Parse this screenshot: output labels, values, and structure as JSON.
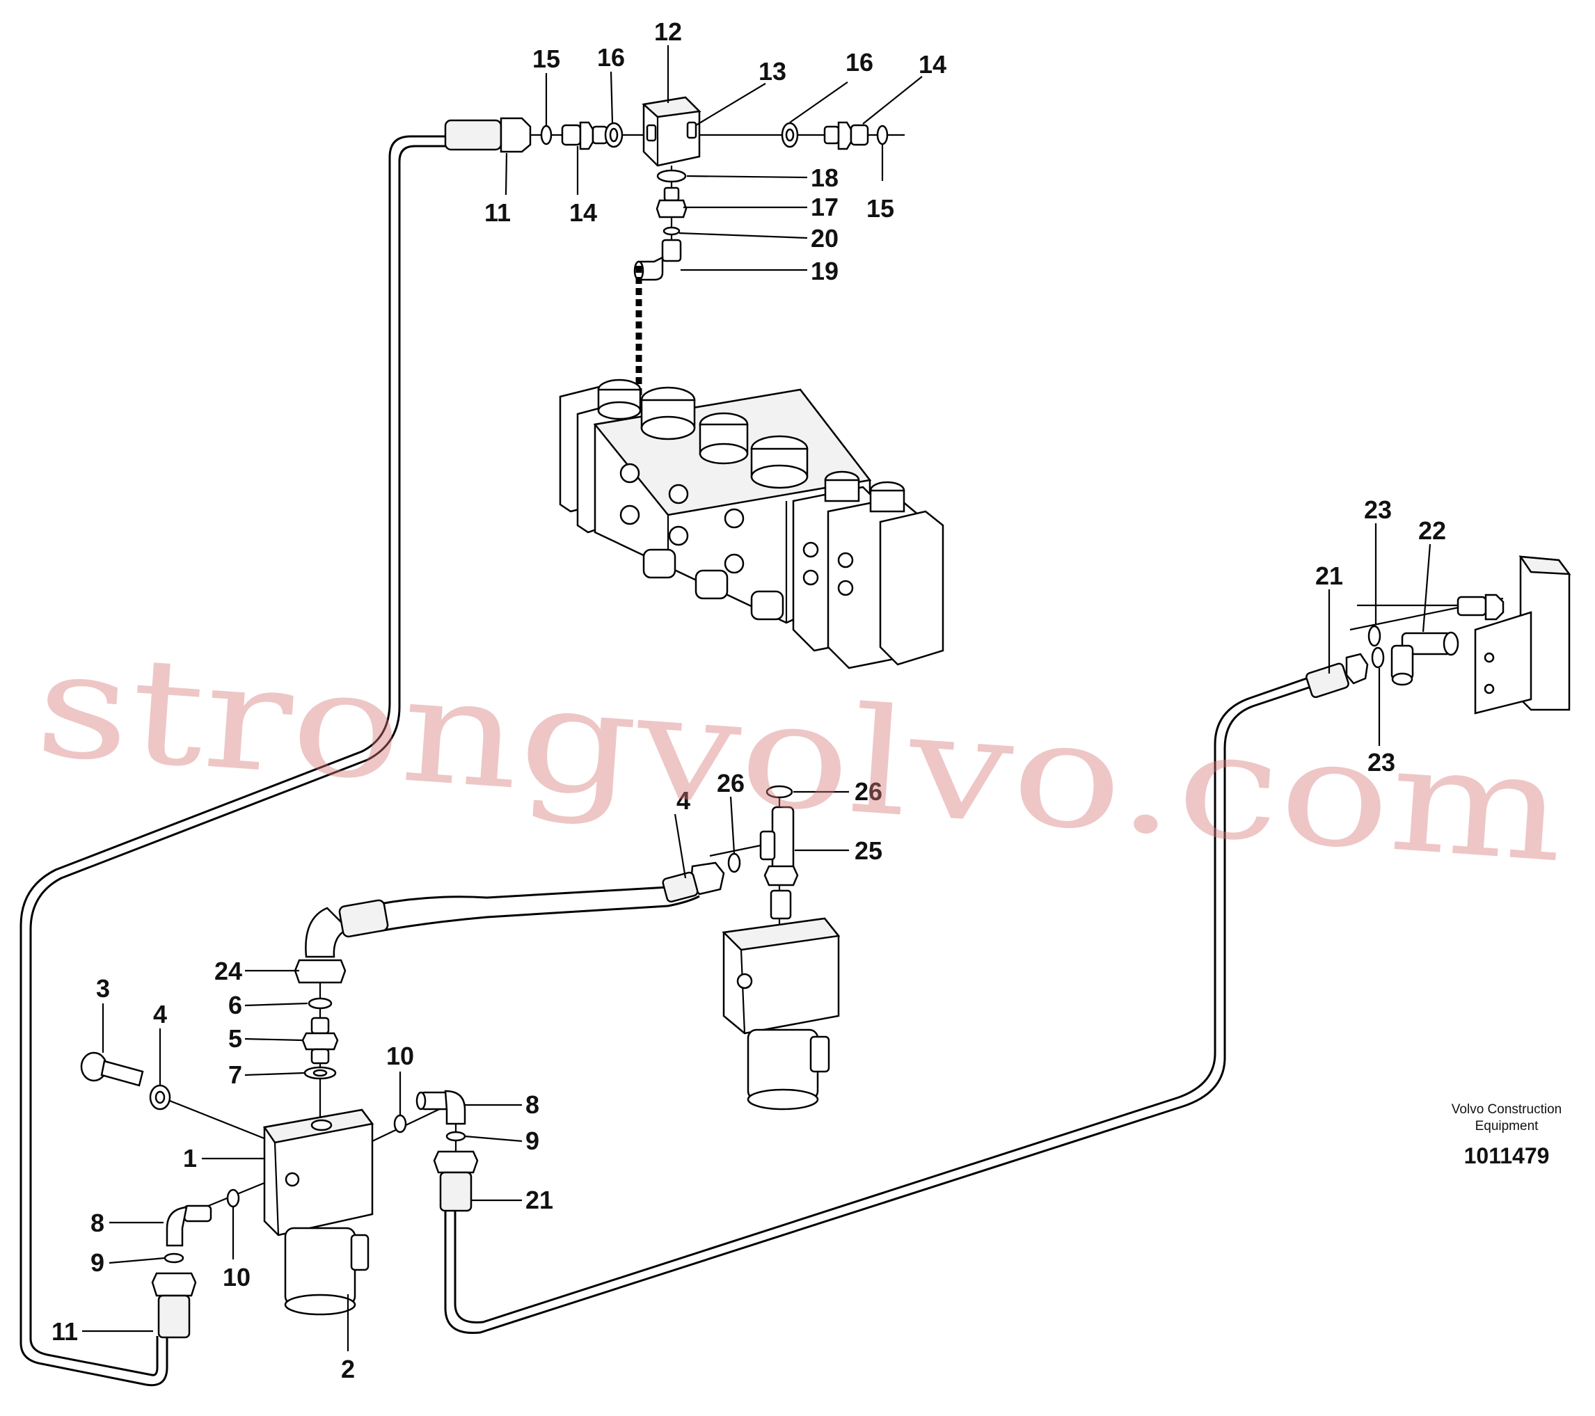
{
  "watermark": "strongvolvo.com",
  "brand": {
    "line1": "Volvo Construction",
    "line2": "Equipment",
    "part_number": "1011479"
  },
  "callouts": {
    "c12": "12",
    "c13": "13",
    "c15a": "15",
    "c16a": "16",
    "c16b": "16",
    "c14a": "14",
    "c11a": "11",
    "c14b": "14",
    "c15b": "15",
    "c18": "18",
    "c17": "17",
    "c20": "20",
    "c19": "19",
    "c23a": "23",
    "c22": "22",
    "c21a": "21",
    "c23b": "23",
    "c26a": "26",
    "c26b": "26",
    "c24a": "4",
    "c25": "25",
    "c24": "24",
    "c6": "6",
    "c5": "5",
    "c7": "7",
    "c3": "3",
    "c4": "4",
    "c10a": "10",
    "c8a": "8",
    "c9a": "9",
    "c21b": "21",
    "c1": "1",
    "c8b": "8",
    "c9b": "9",
    "c10b": "10",
    "c11b": "11",
    "c2": "2"
  }
}
